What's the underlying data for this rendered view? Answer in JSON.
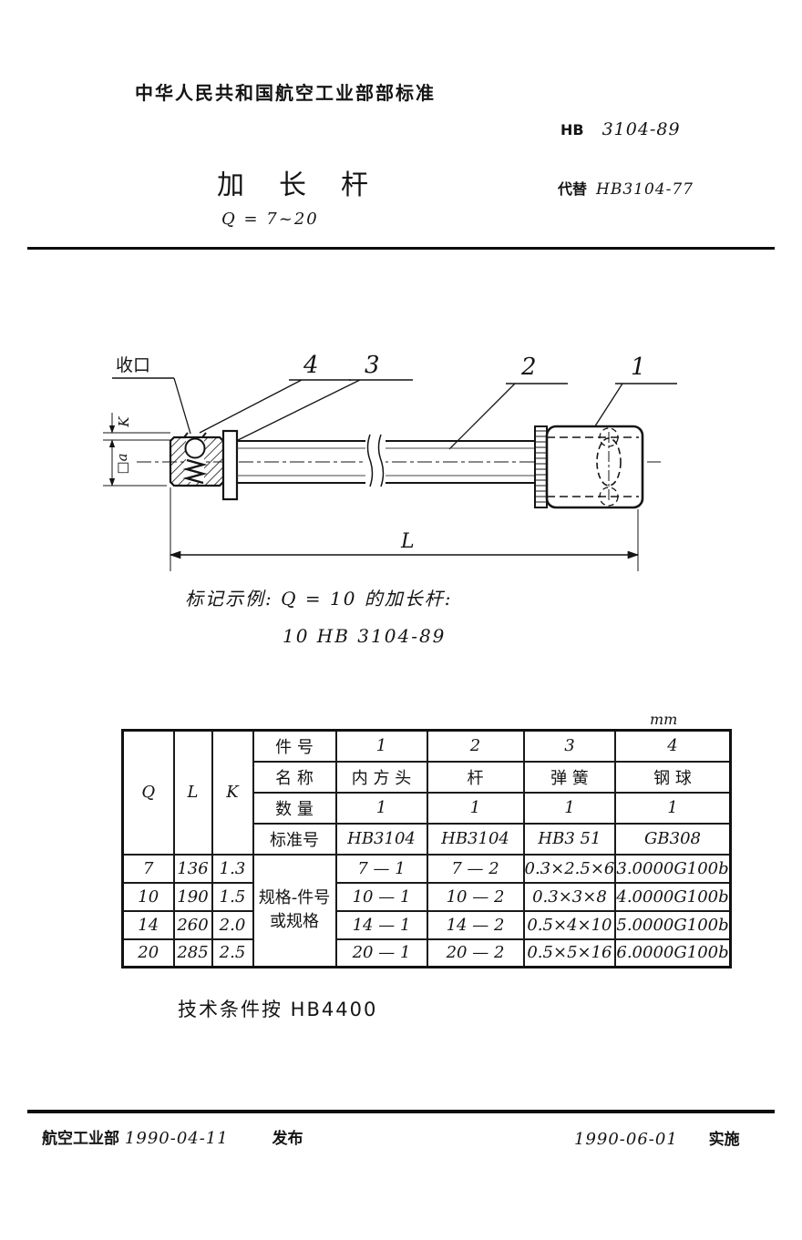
{
  "header": {
    "org_title": "中华人民共和国航空工业部部标准",
    "std_prefix": "HB",
    "std_number": "3104-89",
    "title": "加长杆",
    "replaces_label": "代替",
    "replaces_number": "HB3104-77",
    "spec_range": "Q = 7~20"
  },
  "drawing": {
    "callouts": {
      "crimp": "收口",
      "n4": "4",
      "n3": "3",
      "n2": "2",
      "n1": "1"
    },
    "dims": {
      "k": "K",
      "a": "□a",
      "l": "L"
    }
  },
  "example": {
    "line1": "标记示例: Q = 10 的加长杆:",
    "line2": "10 HB 3104-89"
  },
  "table": {
    "unit": "mm",
    "col_q": "Q",
    "col_l": "L",
    "col_k": "K",
    "header_rows": [
      {
        "label": "件  号",
        "v1": "1",
        "v2": "2",
        "v3": "3",
        "v4": "4"
      },
      {
        "label": "名  称",
        "v1": "内 方 头",
        "v2": "杆",
        "v3": "弹  簧",
        "v4": "钢  球"
      },
      {
        "label": "数  量",
        "v1": "1",
        "v2": "1",
        "v3": "1",
        "v4": "1"
      },
      {
        "label": "标准号",
        "v1": "HB3104",
        "v2": "HB3104",
        "v3": "HB3 51",
        "v4": "GB308"
      }
    ],
    "spec_label_line1": "规格-件号",
    "spec_label_line2": "或规格",
    "rows": [
      {
        "q": "7",
        "l": "136",
        "k": "1.3",
        "c1": "7 — 1",
        "c2": "7 — 2",
        "c3": "0.3×2.5×6",
        "c4": "3.0000G100b"
      },
      {
        "q": "10",
        "l": "190",
        "k": "1.5",
        "c1": "10 — 1",
        "c2": "10 — 2",
        "c3": "0.3×3×8",
        "c4": "4.0000G100b"
      },
      {
        "q": "14",
        "l": "260",
        "k": "2.0",
        "c1": "14 — 1",
        "c2": "14 — 2",
        "c3": "0.5×4×10",
        "c4": "5.0000G100b"
      },
      {
        "q": "20",
        "l": "285",
        "k": "2.5",
        "c1": "20 — 1",
        "c2": "20 — 2",
        "c3": "0.5×5×16",
        "c4": "6.0000G100b"
      }
    ]
  },
  "tech_note": "技术条件按 HB4400",
  "footer": {
    "issuer": "航空工业部",
    "issue_date": "1990-04-11",
    "issue_label": "发布",
    "impl_date": "1990-06-01",
    "impl_label": "实施"
  }
}
